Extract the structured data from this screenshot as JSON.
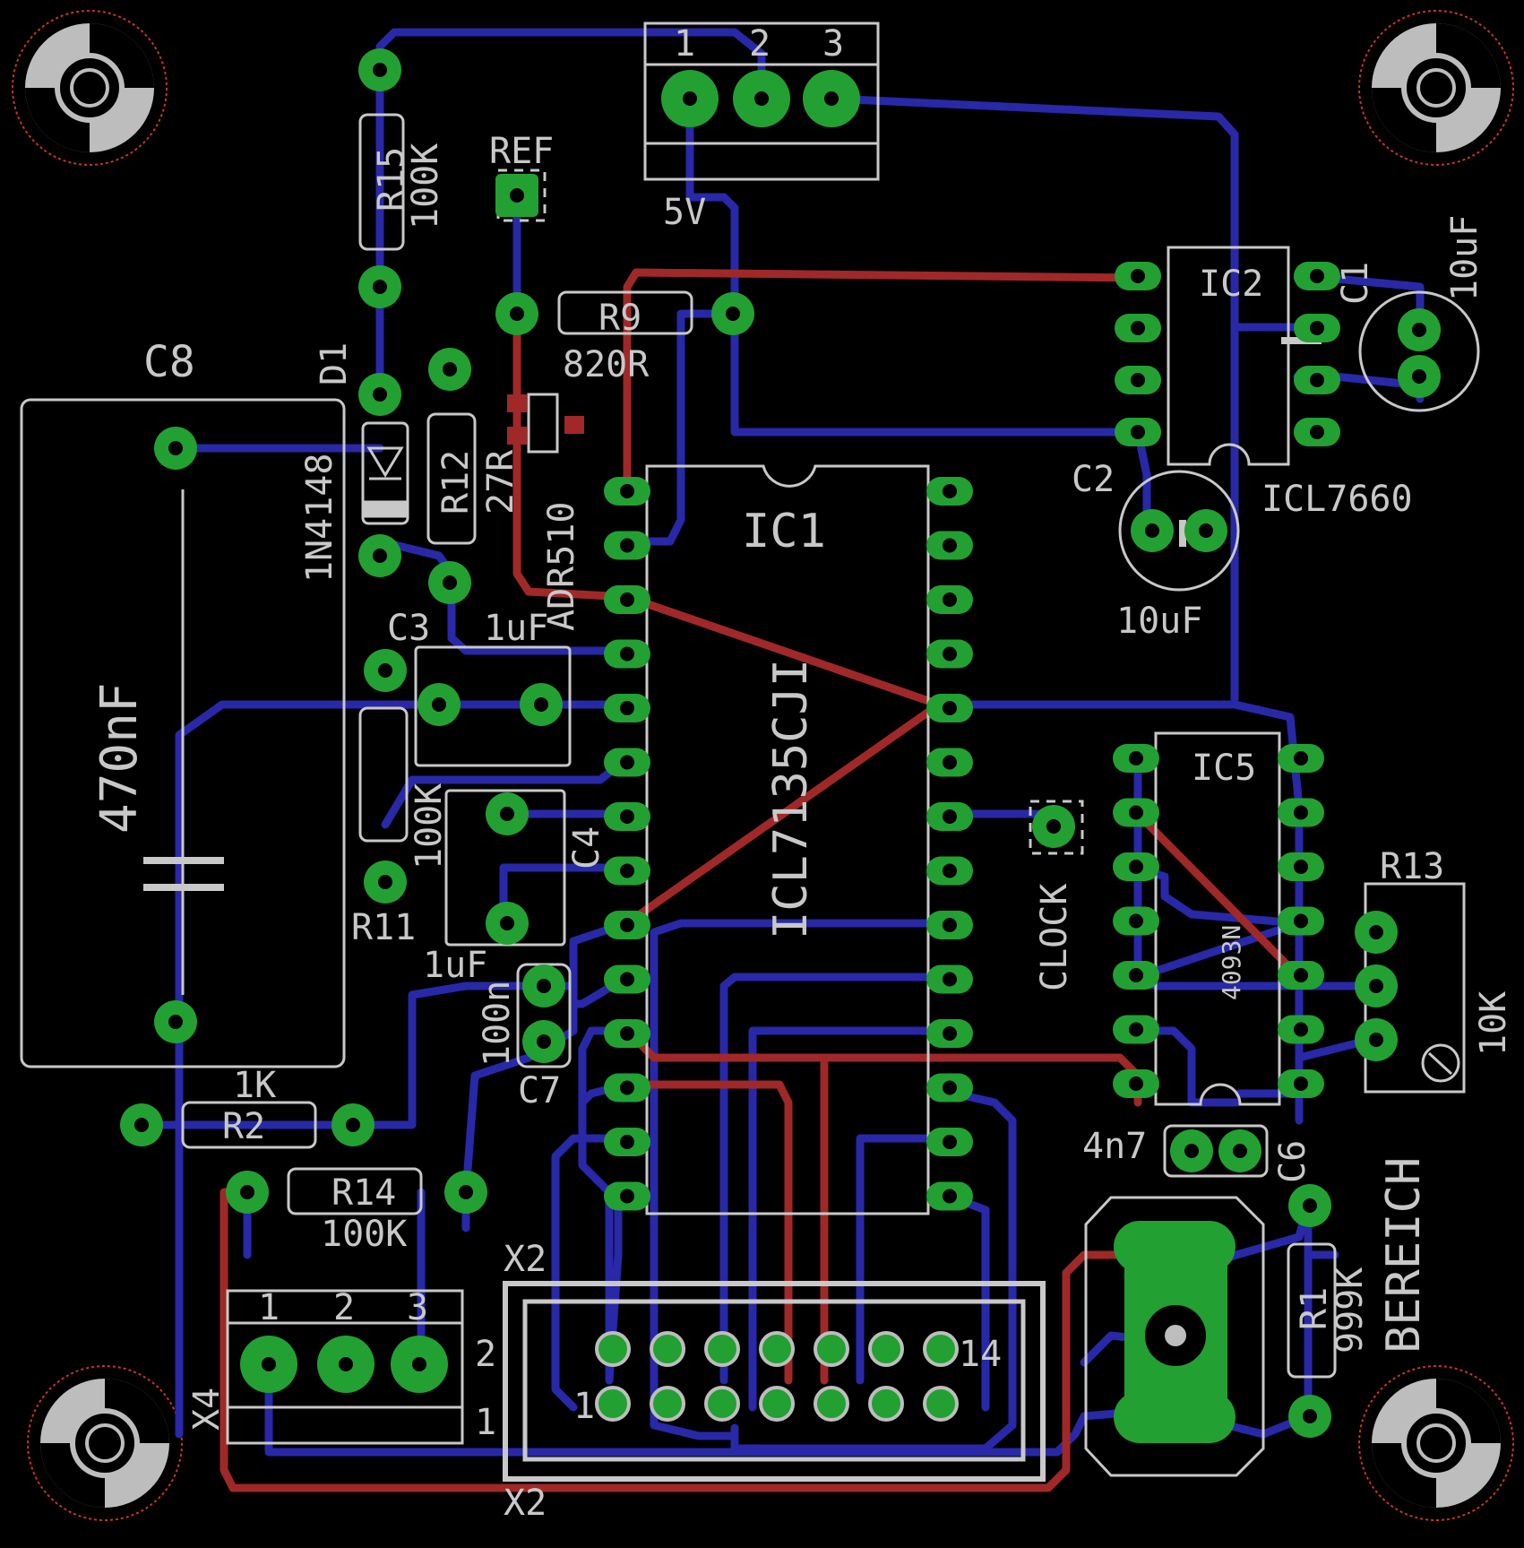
{
  "colors": {
    "background": "#000000",
    "top_copper": "#a02828",
    "bottom_copper": "#2828a8",
    "pad": "#22a032",
    "silkscreen": "#c8c8c8",
    "mount_red": "#c83232"
  },
  "labels": {
    "c8": "C8",
    "c8_value": "470nF",
    "d1": "D1",
    "d1_value": "1N4148",
    "r15": "R15",
    "r15_value": "100K",
    "ref": "REF",
    "r9": "R9",
    "r9_value": "820R",
    "r12": "R12",
    "r12_value": "27R",
    "adr": "ADR510",
    "c3": "C3",
    "c3_value": "1uF",
    "r11": "R11",
    "r11_value": "100K",
    "c4": "C4",
    "c4_value": "1uF",
    "c7": "C7",
    "c7_value": "100n",
    "ic1": "IC1",
    "ic1_value": "ICL7135CJI",
    "ic2": "IC2",
    "ic2_value": "ICL7660",
    "c1": "C1",
    "c1_value": "10uF",
    "c2": "C2",
    "c2_value": "10uF",
    "ic5": "IC5",
    "ic5_value": "4093N",
    "clock": "CLOCK",
    "r13": "R13",
    "r13_value": "10K",
    "c6": "C6",
    "c6_value": "4n7",
    "r2": "R2",
    "r2_value": "1K",
    "r14": "R14",
    "r14_value": "100K",
    "x2_top": "X2",
    "x2_bottom": "X2",
    "x2_pin14": "14",
    "x2_pin1": "1",
    "x2_row2": "2",
    "x2_row1": "1",
    "x4": "X4",
    "x4_pin1": "1",
    "x4_pin2": "2",
    "x4_pin3": "3",
    "j1_pin1": "1",
    "j1_pin2": "2",
    "j1_pin3": "3",
    "j1_value": "5V",
    "r1": "R1",
    "r1_value": "999K",
    "bereich": "BEREICH"
  }
}
